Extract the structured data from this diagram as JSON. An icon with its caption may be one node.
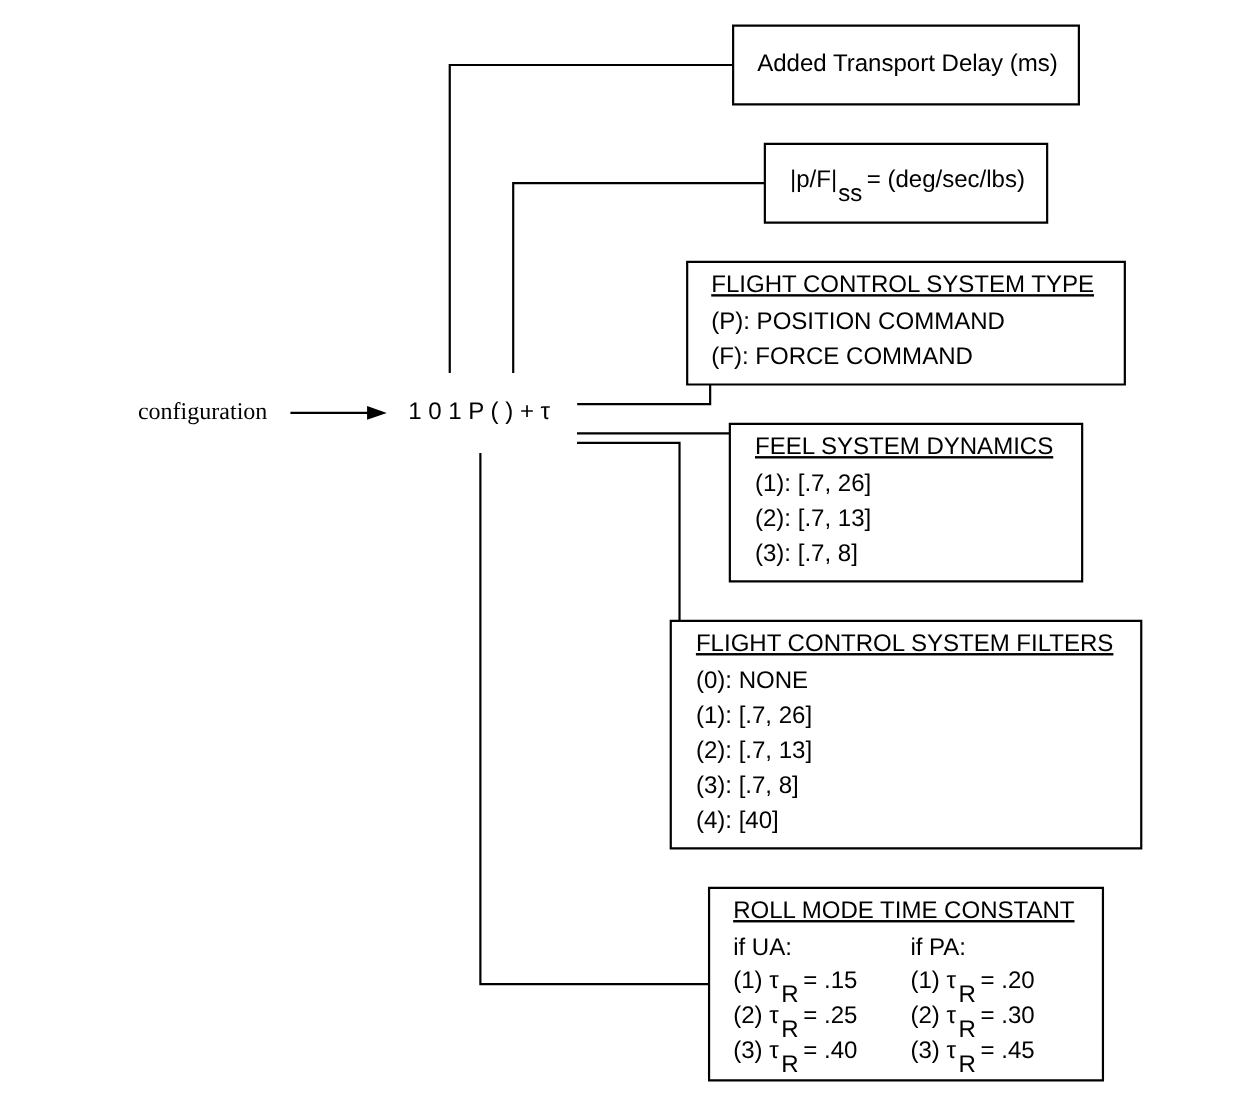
{
  "diagram": {
    "nodes": [
      {
        "text": [
          "Added Transport Delay (ms)"
        ]
      },
      {
        "text": [
          "configuration"
        ]
      },
      {
        "text": [
          "1 0 1 P ( ) + τ"
        ]
      },
      {
        "text": [
          "|p/F|$_{ss}$ = (deg/sec/lbs)"
        ]
      },
      {
        "text": [
          "FLIGHT CONTROL SYSTEM TYPE",
          "(P): POSITION COMMAND",
          "(F): FORCE COMMAND"
        ]
      },
      {
        "text": [
          "FEEL SYSTEM DYNAMICS",
          "(1): [.7, 26]",
          "(2): [.7, 13]",
          "(3): [.7, 8]"
        ]
      },
      {
        "text": [
          "FLIGHT CONTROL SYSTEM FILTERS",
          "(0): NONE",
          "(1): [.7, 26]",
          "(2): [.7, 13]",
          "(3): [.7, 8]",
          "(4): [40]"
        ]
      },
      {
        "text": [
          "ROLL MODE TIME CONSTANT",
          "if UA:",
          "(1) τ$_{R}$ = .15",
          "(2) τ$_{R}$ = .25",
          "(3) τ$_{R}$ = .40",
          "if PA:",
          "(1) τ$_{R}$ = .20",
          "(2) τ$_{R}$ = .30",
          "(3) τ$_{R}$ = .45"
        ]
      }
    ],
    "edges": [
      {
        "from": 1,
        "to": 2,
        "arrow": "to"
      },
      {
        "from": 2,
        "to": 0,
        "arrow": "none"
      },
      {
        "from": 2,
        "to": 3,
        "arrow": "none"
      },
      {
        "from": 2,
        "to": 4,
        "arrow": "none"
      },
      {
        "from": 2,
        "to": 5,
        "arrow": "none"
      },
      {
        "from": 2,
        "to": 6,
        "arrow": "none"
      },
      {
        "from": 2,
        "to": 7,
        "arrow": "none"
      }
    ]
  }
}
